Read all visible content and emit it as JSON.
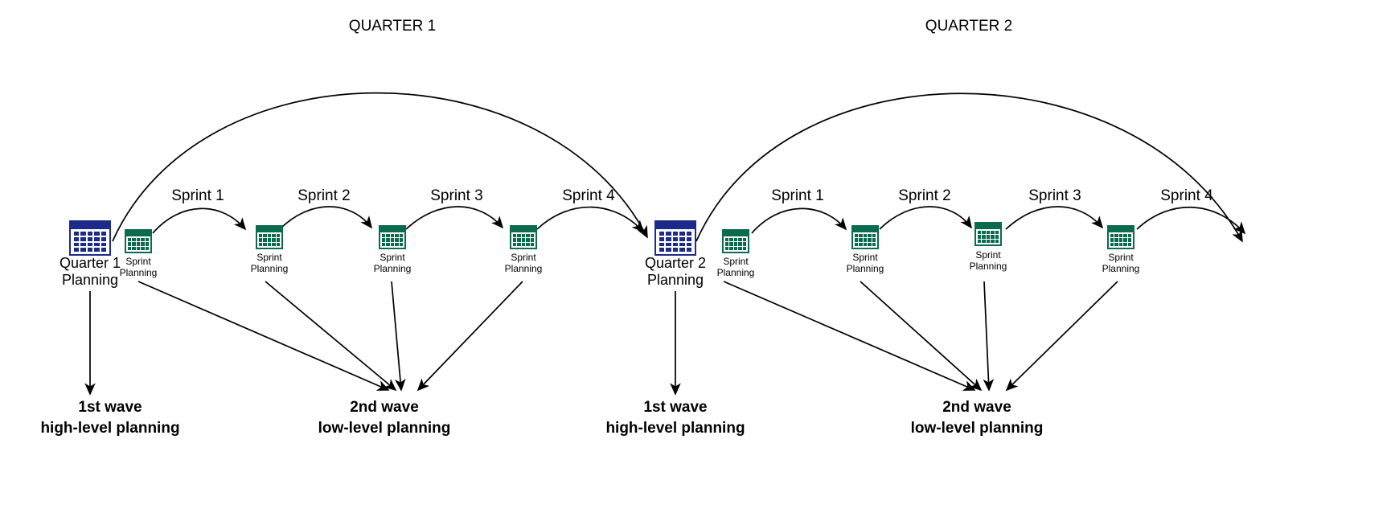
{
  "diagram": {
    "title": "Quarterly and sprint planning waves",
    "quarters": [
      {
        "id": "q1",
        "arc_title": "QUARTER 1",
        "node": {
          "label": "Quarter 1\nPlanning",
          "icon": "calendar-icon",
          "color": "#1c2a8a"
        },
        "sprints": [
          {
            "arc_label": "Sprint 1",
            "node_label": "Sprint\nPlanning",
            "icon": "calendar-icon",
            "color": "#0b6b4f"
          },
          {
            "arc_label": "Sprint 2",
            "node_label": "Sprint\nPlanning",
            "icon": "calendar-icon",
            "color": "#0b6b4f"
          },
          {
            "arc_label": "Sprint 3",
            "node_label": "Sprint\nPlanning",
            "icon": "calendar-icon",
            "color": "#0b6b4f"
          },
          {
            "arc_label": "Sprint 4",
            "node_label": "Sprint\nPlanning",
            "icon": "calendar-icon",
            "color": "#0b6b4f"
          }
        ],
        "first_wave": "1st wave\nhigh-level planning",
        "second_wave": "2nd wave\nlow-level planning"
      },
      {
        "id": "q2",
        "arc_title": "QUARTER 2",
        "node": {
          "label": "Quarter 2\nPlanning",
          "icon": "calendar-icon",
          "color": "#1c2a8a"
        },
        "sprints": [
          {
            "arc_label": "Sprint 1",
            "node_label": "Sprint\nPlanning",
            "icon": "calendar-icon",
            "color": "#0b6b4f"
          },
          {
            "arc_label": "Sprint 2",
            "node_label": "Sprint\nPlanning",
            "icon": "calendar-icon",
            "color": "#0b6b4f"
          },
          {
            "arc_label": "Sprint 3",
            "node_label": "Sprint\nPlanning",
            "icon": "calendar-icon",
            "color": "#0b6b4f"
          },
          {
            "arc_label": "Sprint 4",
            "node_label": "Sprint\nPlanning",
            "icon": "calendar-icon",
            "color": "#0b6b4f"
          }
        ],
        "first_wave": "1st wave\nhigh-level planning",
        "second_wave": "2nd wave\nlow-level planning"
      }
    ],
    "colors": {
      "quarter_icon": "#1c2a8a",
      "sprint_icon": "#0b6b4f",
      "connector": "#000000",
      "background": "#ffffff"
    }
  }
}
